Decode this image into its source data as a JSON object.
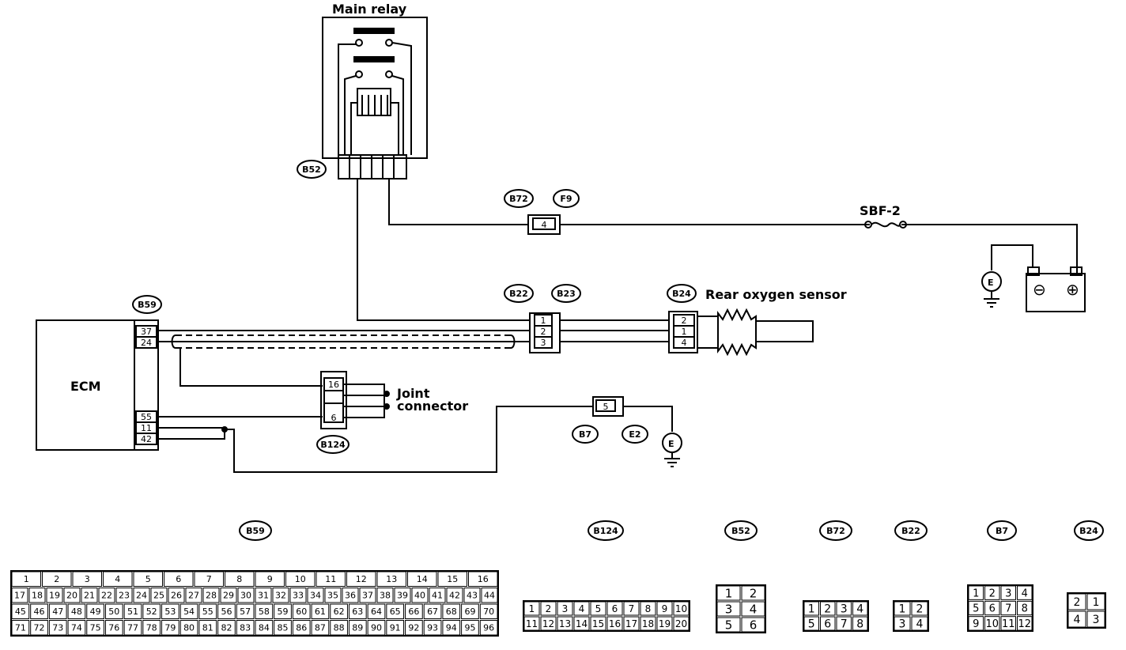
{
  "labels": {
    "main_relay": "Main relay",
    "ecm": "ECM",
    "rear_oxygen_sensor": "Rear oxygen sensor",
    "joint_connector_line1": "Joint",
    "joint_connector_line2": "connector",
    "fuse": "SBF-2",
    "ground_symbol": "E",
    "battery_neg": "⊖",
    "battery_pos": "⊕"
  },
  "connector_tags": {
    "b52": "B52",
    "b72": "B72",
    "f9": "F9",
    "b22": "B22",
    "b23": "B23",
    "b24": "B24",
    "b59": "B59",
    "b124": "B124",
    "b7": "B7",
    "e2": "E2"
  },
  "wiring_pins": {
    "b59": [
      "37",
      "24",
      "55",
      "11",
      "42"
    ],
    "b72": [
      "4"
    ],
    "b22": [
      "1",
      "2",
      "3"
    ],
    "b24": [
      "2",
      "1",
      "4"
    ],
    "b124": [
      "16",
      "6"
    ],
    "b7": [
      "5"
    ]
  },
  "connector_views": {
    "b59": {
      "tag": "B59",
      "rows": [
        [
          "1",
          "2",
          "3",
          "4",
          "5",
          "6",
          "7",
          "8",
          "9",
          "10",
          "11",
          "12",
          "13",
          "14",
          "15",
          "16"
        ],
        [
          "17",
          "18",
          "19",
          "20",
          "21",
          "22",
          "23",
          "24",
          "25",
          "26",
          "27",
          "28",
          "29",
          "30",
          "31",
          "32",
          "33",
          "34",
          "35",
          "36",
          "37",
          "38",
          "39",
          "40",
          "41",
          "42",
          "43",
          "44"
        ],
        [
          "45",
          "46",
          "47",
          "48",
          "49",
          "50",
          "51",
          "52",
          "53",
          "54",
          "55",
          "56",
          "57",
          "58",
          "59",
          "60",
          "61",
          "62",
          "63",
          "64",
          "65",
          "66",
          "67",
          "68",
          "69",
          "70"
        ],
        [
          "71",
          "72",
          "73",
          "74",
          "75",
          "76",
          "77",
          "78",
          "79",
          "80",
          "81",
          "82",
          "83",
          "84",
          "85",
          "86",
          "87",
          "88",
          "89",
          "90",
          "91",
          "92",
          "93",
          "94",
          "95",
          "96"
        ]
      ]
    },
    "b124": {
      "tag": "B124",
      "rows": [
        [
          "1",
          "2",
          "3",
          "4",
          "5",
          "6",
          "7",
          "8",
          "9",
          "10"
        ],
        [
          "11",
          "12",
          "13",
          "14",
          "15",
          "16",
          "17",
          "18",
          "19",
          "20"
        ]
      ]
    },
    "b52": {
      "tag": "B52",
      "rows": [
        [
          "1",
          "2"
        ],
        [
          "3",
          "4"
        ],
        [
          "5",
          "6"
        ]
      ]
    },
    "b72": {
      "tag": "B72",
      "rows": [
        [
          "1",
          "2",
          "3",
          "4"
        ],
        [
          "5",
          "6",
          "7",
          "8"
        ]
      ]
    },
    "b22": {
      "tag": "B22",
      "rows": [
        [
          "1",
          "2"
        ],
        [
          "3",
          "4"
        ]
      ]
    },
    "b7": {
      "tag": "B7",
      "rows": [
        [
          "1",
          "2",
          "3",
          "4"
        ],
        [
          "5",
          "6",
          "7",
          "8"
        ],
        [
          "9",
          "10",
          "11",
          "12"
        ]
      ]
    },
    "b24": {
      "tag": "B24",
      "rows": [
        [
          "2",
          "1"
        ],
        [
          "4",
          "3"
        ]
      ]
    }
  }
}
